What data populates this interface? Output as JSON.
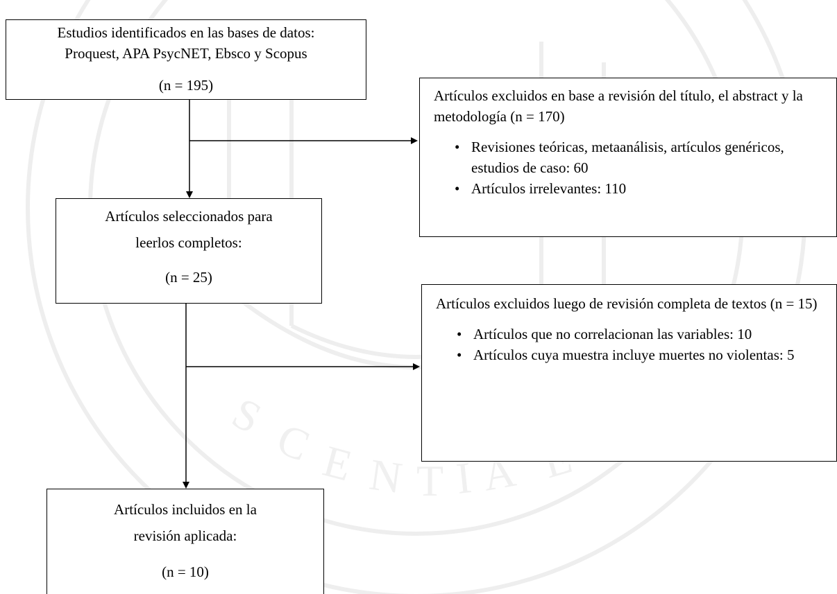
{
  "box_identified": {
    "line1": "Estudios identificados en las bases de datos:",
    "line2": "Proquest, APA PsycNET, Ebsco y Scopus",
    "count": "(n = 195)"
  },
  "box_excluded_title": {
    "text": "Artículos excluidos en base a revisión del título, el abstract y la metodología (n = 170)",
    "bullets": [
      "Revisiones teóricas, metaanálisis, artículos genéricos, estudios de caso: 60",
      "Artículos irrelevantes: 110"
    ]
  },
  "box_selected": {
    "line1": "Artículos seleccionados para",
    "line2": "leerlos completos:",
    "count": "(n = 25)"
  },
  "box_excluded_full": {
    "text": "Artículos excluidos luego de revisión completa de textos (n = 15)",
    "bullets": [
      "Artículos que no correlacionan las variables: 10",
      "Artículos cuya muestra incluye muertes no violentas: 5"
    ]
  },
  "box_included": {
    "line1": "Artículos incluidos en la",
    "line2": "revisión aplicada:",
    "count": "(n = 10)"
  },
  "colors": {
    "line": "#000000",
    "watermark": "#ececec"
  }
}
